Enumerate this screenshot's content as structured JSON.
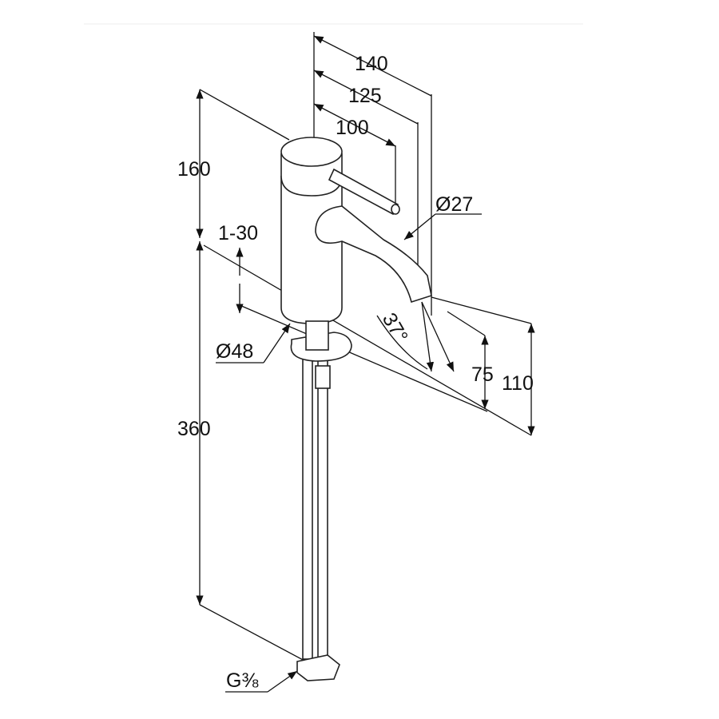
{
  "title": "Faucet dimension drawing",
  "dimensions": {
    "width_total": "140",
    "width_spout": "125",
    "width_lever": "100",
    "height_above_counter": "160",
    "counter_thickness": "1-30",
    "spout_diameter": "Ø27",
    "body_diameter": "Ø48",
    "spout_angle": "37°",
    "spout_outlet_height": "75",
    "spout_height": "110",
    "hose_length": "360",
    "connection_thread": "G⅜"
  }
}
